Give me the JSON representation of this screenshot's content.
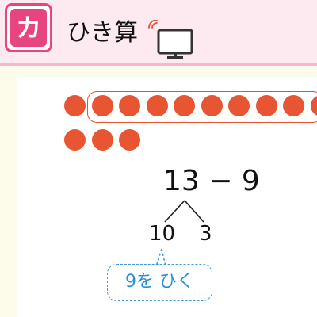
{
  "header": {
    "badge_label": "カ",
    "title": "ひき算"
  },
  "icons": {
    "monitor": "monitor-icon"
  },
  "counters": {
    "total": 13,
    "top_row": 10,
    "bottom_row": 3,
    "grouped": 9
  },
  "problem": {
    "expression": "13 − 9",
    "decompose_left": "10",
    "decompose_right": "3"
  },
  "hint": {
    "text": "9を ひく"
  },
  "colors": {
    "badge": "#e6457f",
    "header_background": "#fde9f0",
    "counter": "#e85532",
    "hint": "#2b8fd6"
  }
}
